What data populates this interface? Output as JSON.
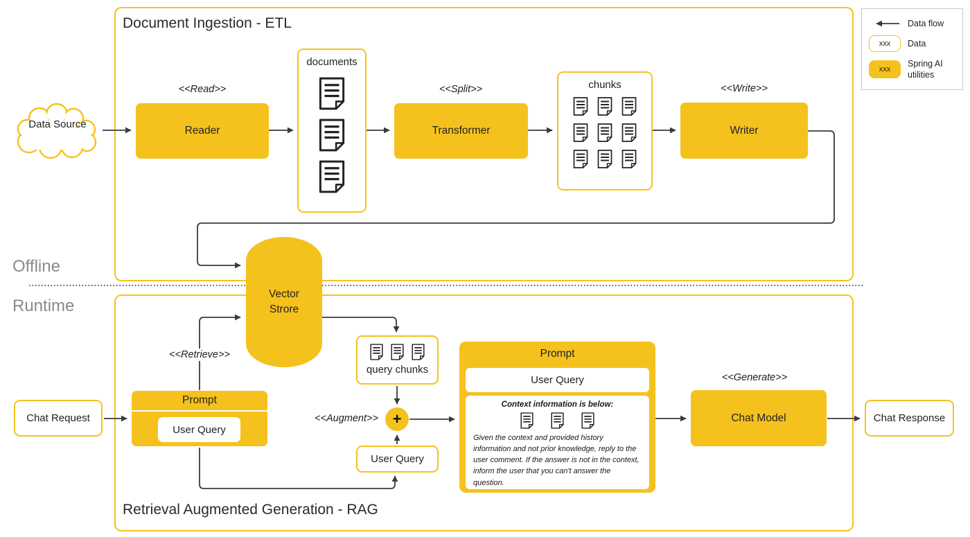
{
  "colors": {
    "accent_yellow": "#F5C21D",
    "line": "#3A3A3A",
    "muted_gray": "#8A8A8A",
    "legend_border": "#C9C9C9"
  },
  "offline_label": "Offline",
  "runtime_label": "Runtime",
  "data_source": {
    "label": "Data Source"
  },
  "vector_store": {
    "label": "Vector Strore"
  },
  "etl": {
    "title": "Document Ingestion - ETL",
    "read_stereotype": "<<Read>>",
    "reader_label": "Reader",
    "documents_label": "documents",
    "split_stereotype": "<<Split>>",
    "transformer_label": "Transformer",
    "chunks_label": "chunks",
    "write_stereotype": "<<Write>>",
    "writer_label": "Writer"
  },
  "rag": {
    "title": "Retrieval Augmented Generation - RAG",
    "chat_request_label": "Chat Request",
    "retrieve_stereotype": "<<Retrieve>>",
    "prompt": {
      "title": "Prompt",
      "user_query_label": "User Query"
    },
    "query_chunks_label": "query chunks",
    "augment_stereotype": "<<Augment>>",
    "plus_label": "+",
    "user_query_label": "User Query",
    "prompt_detail": {
      "title": "Prompt",
      "user_query_label": "User Query",
      "context_heading": "Context information is below:",
      "instructions": "Given the context and provided history information and not prior knowledge, reply to the user comment. If the answer is not in the context, inform the user that you can't answer the question."
    },
    "generate_stereotype": "<<Generate>>",
    "chat_model_label": "Chat Model",
    "chat_response_label": "Chat Response"
  },
  "legend": {
    "data_flow_label": "Data flow",
    "data_sample_text": "xxx",
    "data_label": "Data",
    "utilities_sample_text": "xxx",
    "utilities_label": "Spring AI utilities"
  }
}
